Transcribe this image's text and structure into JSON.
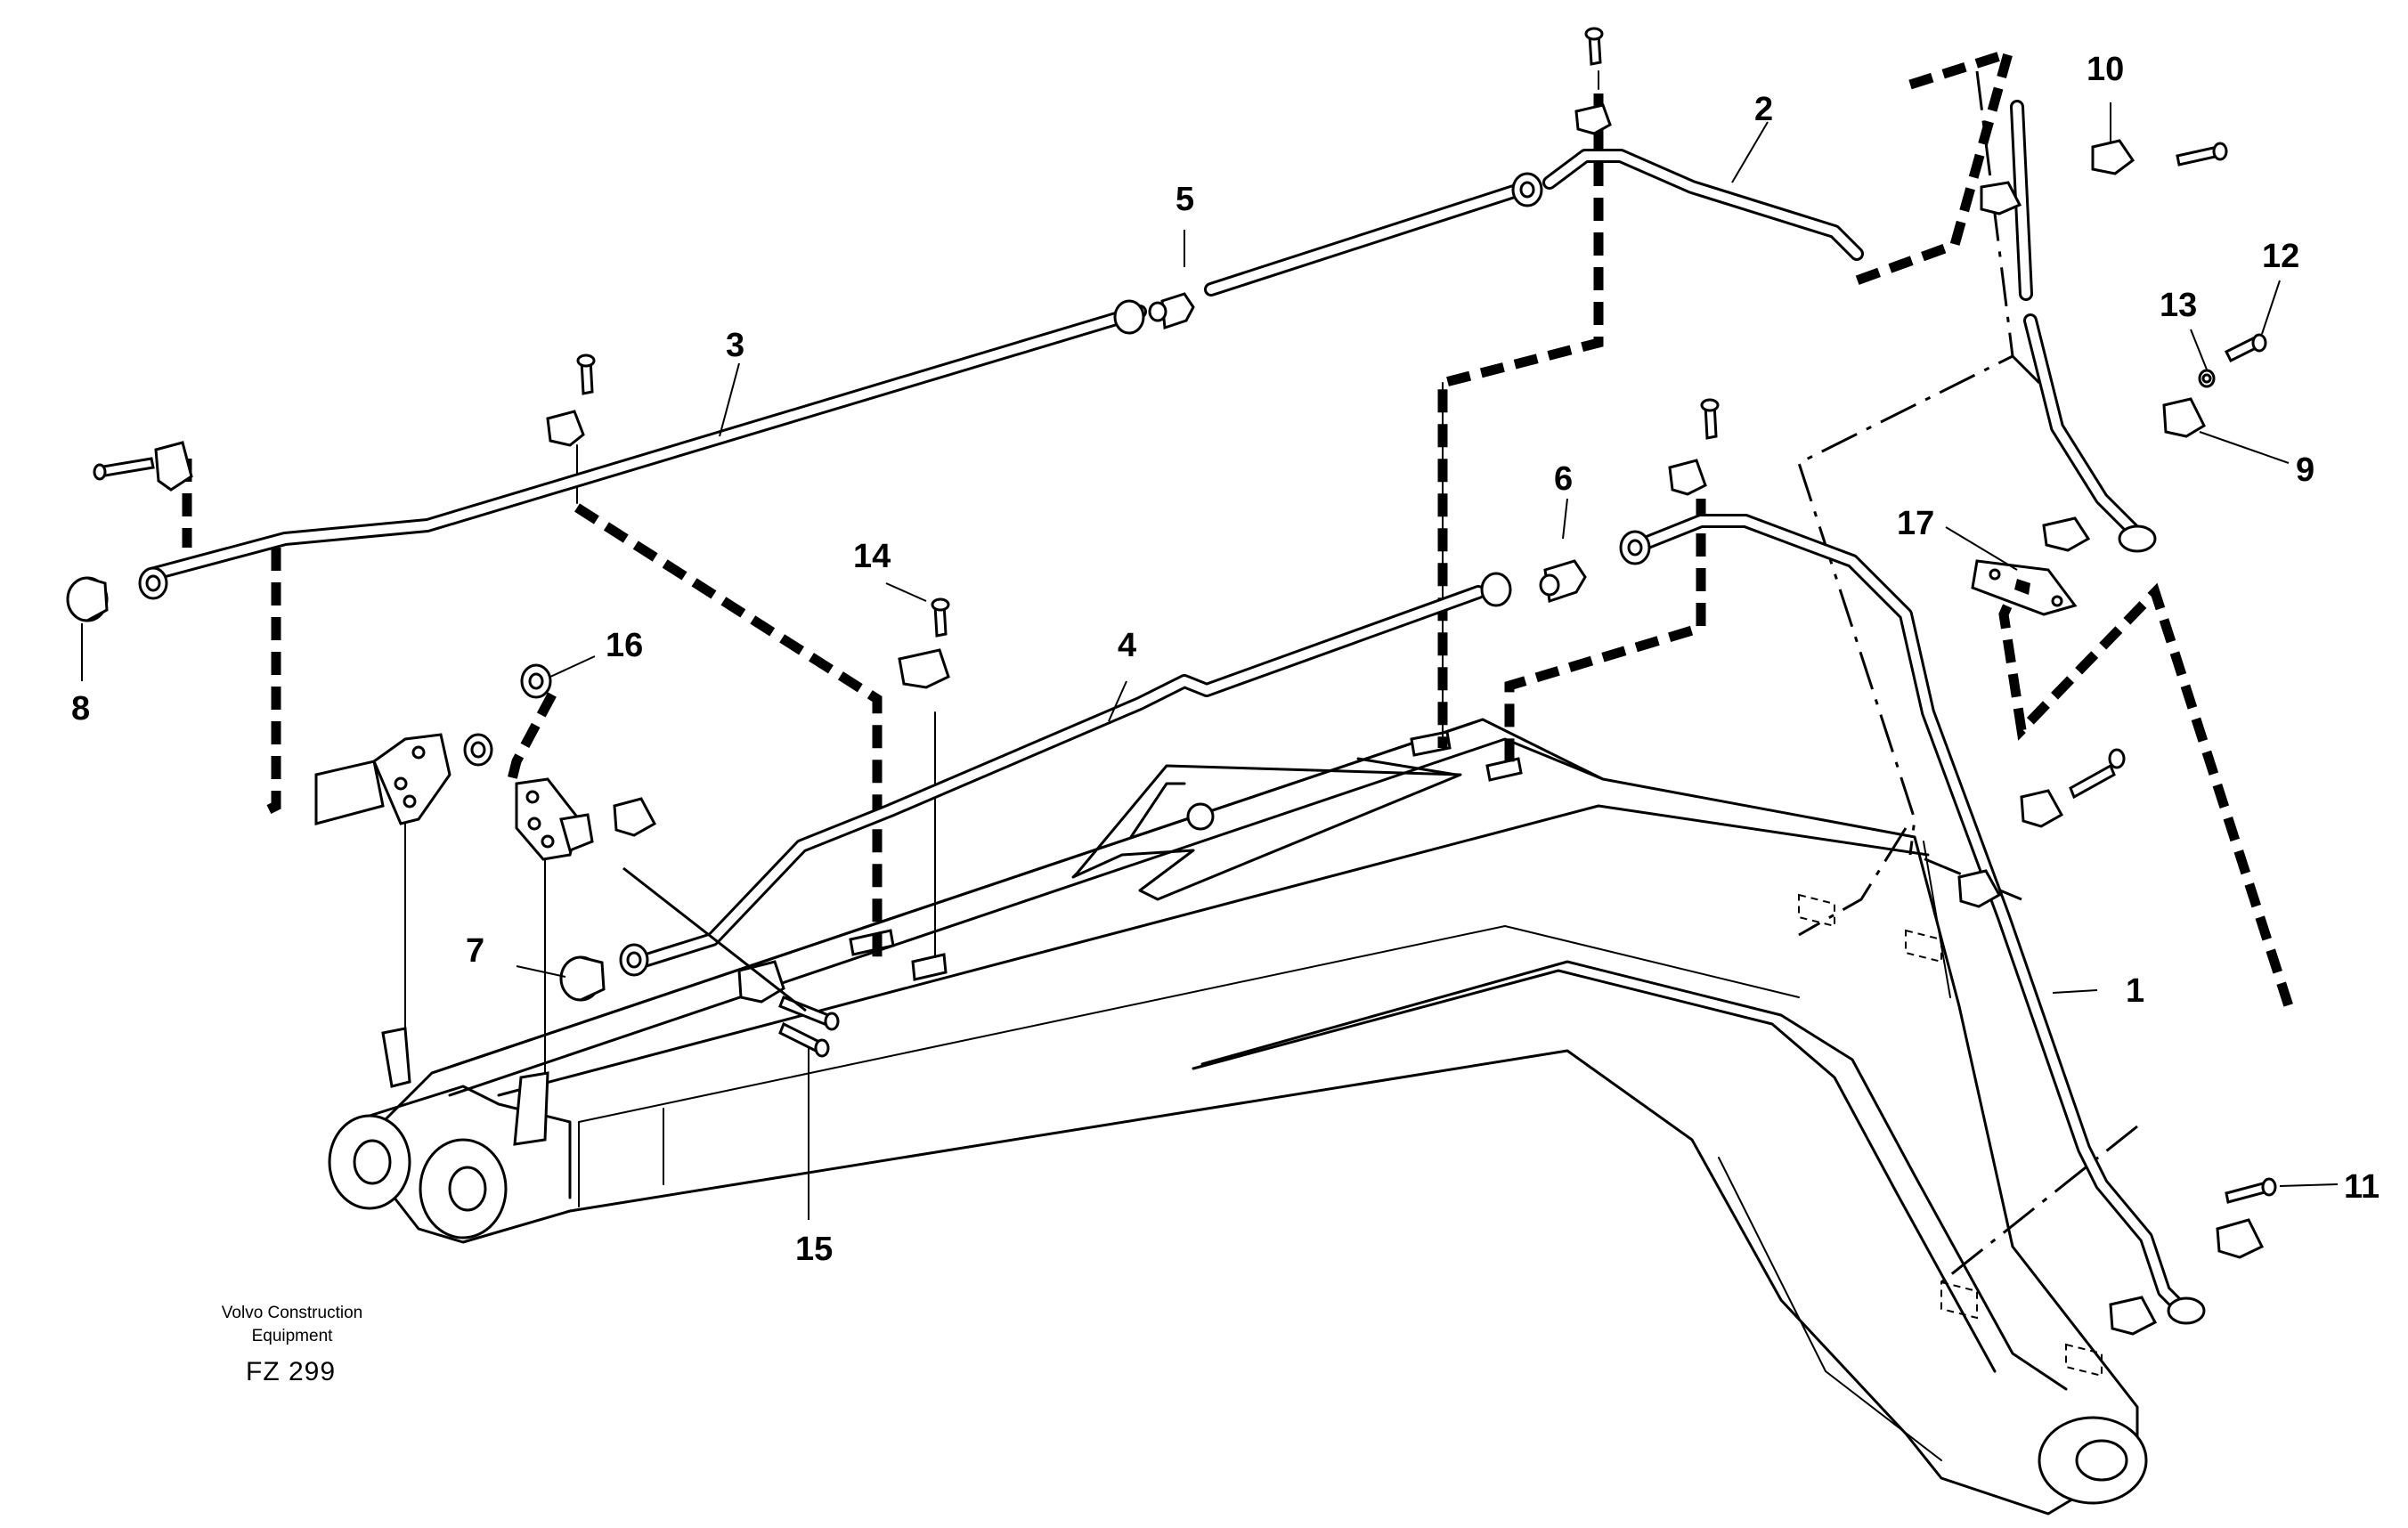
{
  "drawing": {
    "caption_line1": "Volvo Construction",
    "caption_line2": "Equipment",
    "code": "FZ 299"
  },
  "callouts": [
    "1",
    "2",
    "3",
    "4",
    "5",
    "6",
    "7",
    "8",
    "9",
    "10",
    "11",
    "12",
    "13",
    "14",
    "15",
    "16",
    "17"
  ]
}
